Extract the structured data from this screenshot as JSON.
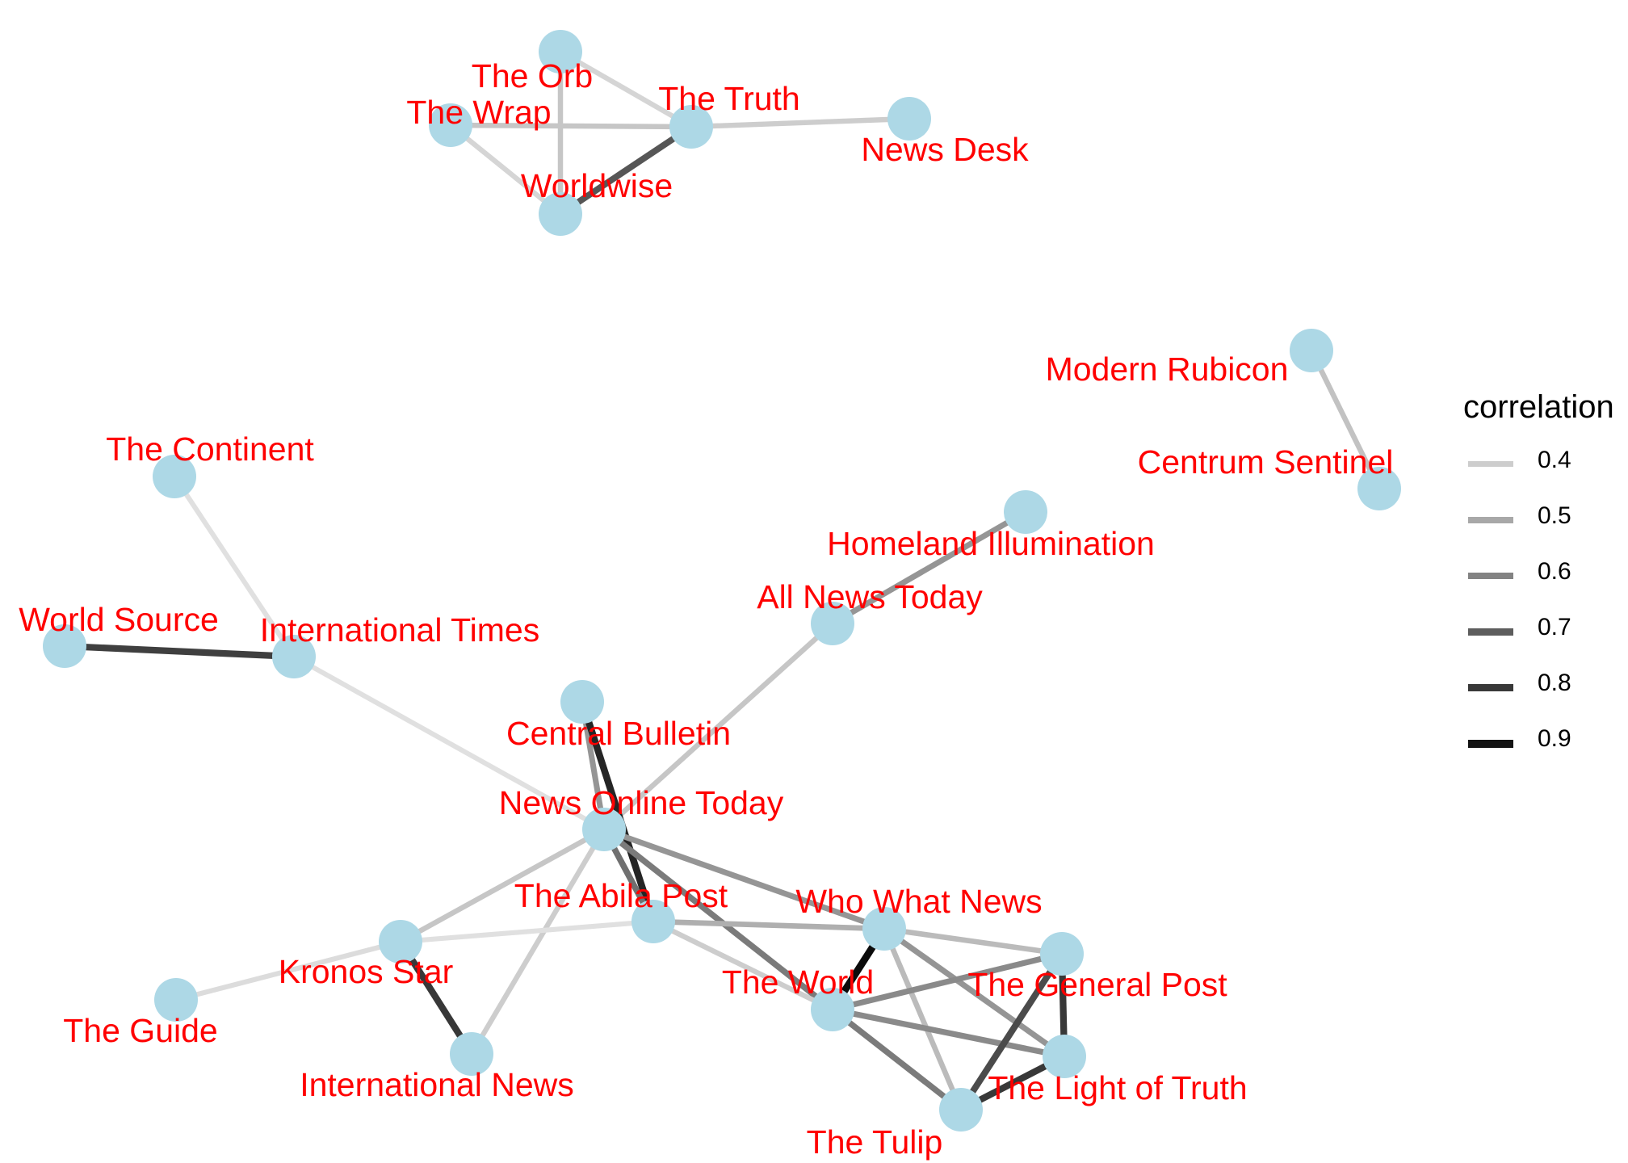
{
  "nodes": [
    {
      "id": "the-orb",
      "label": "The Orb"
    },
    {
      "id": "the-truth",
      "label": "The Truth"
    },
    {
      "id": "the-wrap",
      "label": "The Wrap"
    },
    {
      "id": "news-desk",
      "label": "News Desk"
    },
    {
      "id": "worldwise",
      "label": "Worldwise"
    },
    {
      "id": "modern-rubicon",
      "label": "Modern Rubicon"
    },
    {
      "id": "centrum-sentinel",
      "label": "Centrum Sentinel"
    },
    {
      "id": "the-continent",
      "label": "The Continent"
    },
    {
      "id": "homeland-illumination",
      "label": "Homeland Illumination"
    },
    {
      "id": "all-news-today",
      "label": "All News Today"
    },
    {
      "id": "world-source",
      "label": "World Source"
    },
    {
      "id": "international-times",
      "label": "International Times"
    },
    {
      "id": "central-bulletin",
      "label": "Central Bulletin"
    },
    {
      "id": "news-online-today",
      "label": "News Online Today"
    },
    {
      "id": "the-abila-post",
      "label": "The Abila Post"
    },
    {
      "id": "who-what-news",
      "label": "Who What News"
    },
    {
      "id": "kronos-star",
      "label": "Kronos Star"
    },
    {
      "id": "the-world",
      "label": "The World"
    },
    {
      "id": "the-general-post",
      "label": "The General Post"
    },
    {
      "id": "the-guide",
      "label": "The Guide"
    },
    {
      "id": "international-news",
      "label": "International News"
    },
    {
      "id": "the-light-of-truth",
      "label": "The Light of Truth"
    },
    {
      "id": "the-tulip",
      "label": "The Tulip"
    }
  ],
  "edges": [
    {
      "source": "the-orb",
      "target": "the-truth",
      "correlation": 0.38
    },
    {
      "source": "the-orb",
      "target": "worldwise",
      "correlation": 0.42
    },
    {
      "source": "the-wrap",
      "target": "the-truth",
      "correlation": 0.42
    },
    {
      "source": "the-wrap",
      "target": "worldwise",
      "correlation": 0.38
    },
    {
      "source": "worldwise",
      "target": "the-truth",
      "correlation": 0.72
    },
    {
      "source": "the-truth",
      "target": "news-desk",
      "correlation": 0.4
    },
    {
      "source": "modern-rubicon",
      "target": "centrum-sentinel",
      "correlation": 0.43
    },
    {
      "source": "the-continent",
      "target": "international-times",
      "correlation": 0.35
    },
    {
      "source": "world-source",
      "target": "international-times",
      "correlation": 0.78
    },
    {
      "source": "international-times",
      "target": "news-online-today",
      "correlation": 0.35
    },
    {
      "source": "homeland-illumination",
      "target": "all-news-today",
      "correlation": 0.55
    },
    {
      "source": "all-news-today",
      "target": "news-online-today",
      "correlation": 0.42
    },
    {
      "source": "central-bulletin",
      "target": "news-online-today",
      "correlation": 0.55
    },
    {
      "source": "central-bulletin",
      "target": "the-abila-post",
      "correlation": 0.85
    },
    {
      "source": "news-online-today",
      "target": "the-abila-post",
      "correlation": 0.65
    },
    {
      "source": "news-online-today",
      "target": "who-what-news",
      "correlation": 0.55
    },
    {
      "source": "news-online-today",
      "target": "the-world",
      "correlation": 0.62
    },
    {
      "source": "news-online-today",
      "target": "kronos-star",
      "correlation": 0.42
    },
    {
      "source": "news-online-today",
      "target": "international-news",
      "correlation": 0.4
    },
    {
      "source": "kronos-star",
      "target": "the-abila-post",
      "correlation": 0.35
    },
    {
      "source": "kronos-star",
      "target": "the-guide",
      "correlation": 0.36
    },
    {
      "source": "kronos-star",
      "target": "international-news",
      "correlation": 0.8
    },
    {
      "source": "the-abila-post",
      "target": "who-what-news",
      "correlation": 0.48
    },
    {
      "source": "the-abila-post",
      "target": "the-world",
      "correlation": 0.4
    },
    {
      "source": "who-what-news",
      "target": "the-world",
      "correlation": 0.92
    },
    {
      "source": "who-what-news",
      "target": "the-general-post",
      "correlation": 0.45
    },
    {
      "source": "who-what-news",
      "target": "the-light-of-truth",
      "correlation": 0.55
    },
    {
      "source": "who-what-news",
      "target": "the-tulip",
      "correlation": 0.45
    },
    {
      "source": "the-world",
      "target": "the-general-post",
      "correlation": 0.58
    },
    {
      "source": "the-world",
      "target": "the-light-of-truth",
      "correlation": 0.58
    },
    {
      "source": "the-world",
      "target": "the-tulip",
      "correlation": 0.62
    },
    {
      "source": "the-general-post",
      "target": "the-light-of-truth",
      "correlation": 0.8
    },
    {
      "source": "the-general-post",
      "target": "the-tulip",
      "correlation": 0.75
    },
    {
      "source": "the-light-of-truth",
      "target": "the-tulip",
      "correlation": 0.8
    }
  ],
  "legend": {
    "title": "correlation",
    "entries": [
      {
        "label": "0.4",
        "value": 0.4
      },
      {
        "label": "0.5",
        "value": 0.5
      },
      {
        "label": "0.6",
        "value": 0.6
      },
      {
        "label": "0.7",
        "value": 0.7
      },
      {
        "label": "0.8",
        "value": 0.8
      },
      {
        "label": "0.9",
        "value": 0.9
      }
    ]
  },
  "colors": {
    "node": "#add8e6",
    "label": "#ff0000",
    "edge_low": "#e6e6e6",
    "edge_high": "#000000"
  }
}
